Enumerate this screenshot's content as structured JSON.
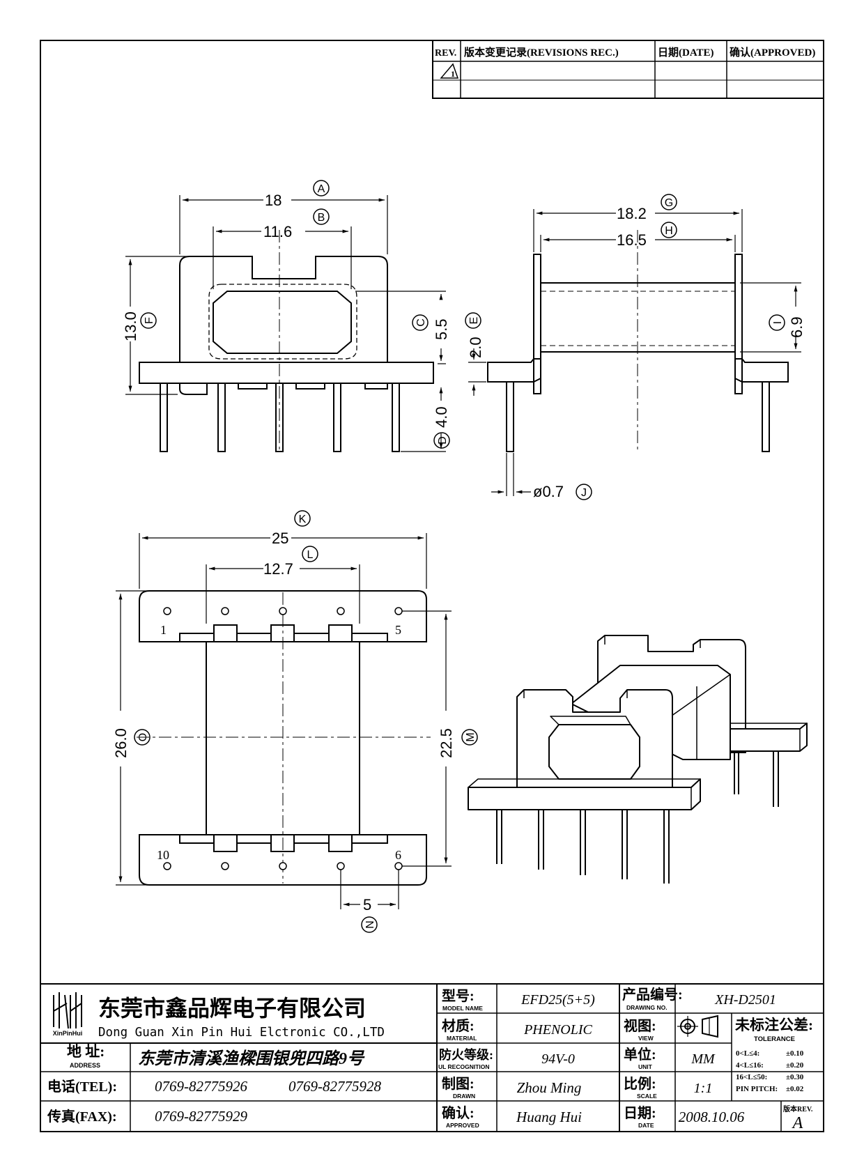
{
  "revision_table": {
    "headers": {
      "rev": "REV.",
      "record": "版本变更记录(REVISIONS REC.)",
      "date": "日期(DATE)",
      "approved": "确认(APPROVED)"
    },
    "row1_symbol": "1"
  },
  "dimensions": {
    "front": {
      "A": {
        "value": "18",
        "letter": "A"
      },
      "B": {
        "value": "11.6",
        "letter": "B"
      },
      "F": {
        "value": "13.0",
        "letter": "F"
      },
      "C": {
        "value": "5.5",
        "letter": "C"
      },
      "D": {
        "value": "4.0",
        "letter": "D"
      }
    },
    "side": {
      "G": {
        "value": "18.2",
        "letter": "G"
      },
      "H": {
        "value": "16.5",
        "letter": "H"
      },
      "E": {
        "value": "2.0",
        "letter": "E"
      },
      "I": {
        "value": "6.9",
        "letter": "I"
      },
      "J": {
        "value": "ø0.7",
        "letter": "J"
      }
    },
    "bottom": {
      "K": {
        "value": "25",
        "letter": "K"
      },
      "L": {
        "value": "12.7",
        "letter": "L"
      },
      "O": {
        "value": "26.0",
        "letter": "O"
      },
      "M": {
        "value": "22.5",
        "letter": "M"
      },
      "N": {
        "value": "5",
        "letter": "N"
      }
    },
    "pins": {
      "p1": "1",
      "p5": "5",
      "p10": "10",
      "p6": "6"
    }
  },
  "title_block": {
    "company_cn": "东莞市鑫品辉电子有限公司",
    "company_en": "Dong Guan Xin Pin Hui Elctronic CO.,LTD",
    "logo_text": "XinPinHui",
    "address_label": "地  址:",
    "address_label_en": "ADDRESS",
    "address": "东莞市清溪渔樑围银兜四路9号",
    "tel_label": "电话(TEL):",
    "tel1": "0769-82775926",
    "tel2": "0769-82775928",
    "fax_label": "传真(FAX):",
    "fax": "0769-82775929",
    "model_label": "型号:",
    "model_label_en": "MODEL NAME",
    "model": "EFD25(5+5)",
    "material_label": "材质:",
    "material_label_en": "MATERIAL",
    "material": "PHENOLIC",
    "flame_label": "防火等级:",
    "flame_label_en": "UL RECOGNITION",
    "flame": "94V-0",
    "drawn_label": "制图:",
    "drawn_label_en": "DRAWN",
    "drawn": "Zhou Ming",
    "approved_label": "确认:",
    "approved_label_en": "APPROVED",
    "approved": "Huang Hui",
    "drawing_no_label": "产品编号:",
    "drawing_no_label_en": "DRAWING NO.",
    "drawing_no": "XH-D2501",
    "view_label": "视图:",
    "view_label_en": "VIEW",
    "unit_label": "单位:",
    "unit_label_en": "UNIT",
    "unit": "MM",
    "scale_label": "比例:",
    "scale_label_en": "SCALE",
    "scale": "1:1",
    "date_label": "日期:",
    "date_label_en": "DATE",
    "date": "2008.10.06",
    "tolerance_label": "未标注公差:",
    "tolerance_label_en": "TOLERANCE",
    "tolerance_rows": [
      {
        "range": "0<L≤4:",
        "value": "±0.10"
      },
      {
        "range": "4<L≤16:",
        "value": "±0.20"
      },
      {
        "range": "16<L≤50:",
        "value": "±0.30"
      },
      {
        "range": "PIN PITCH:",
        "value": "±0.02"
      }
    ],
    "rev_label": "版本REV.",
    "rev": "A"
  }
}
